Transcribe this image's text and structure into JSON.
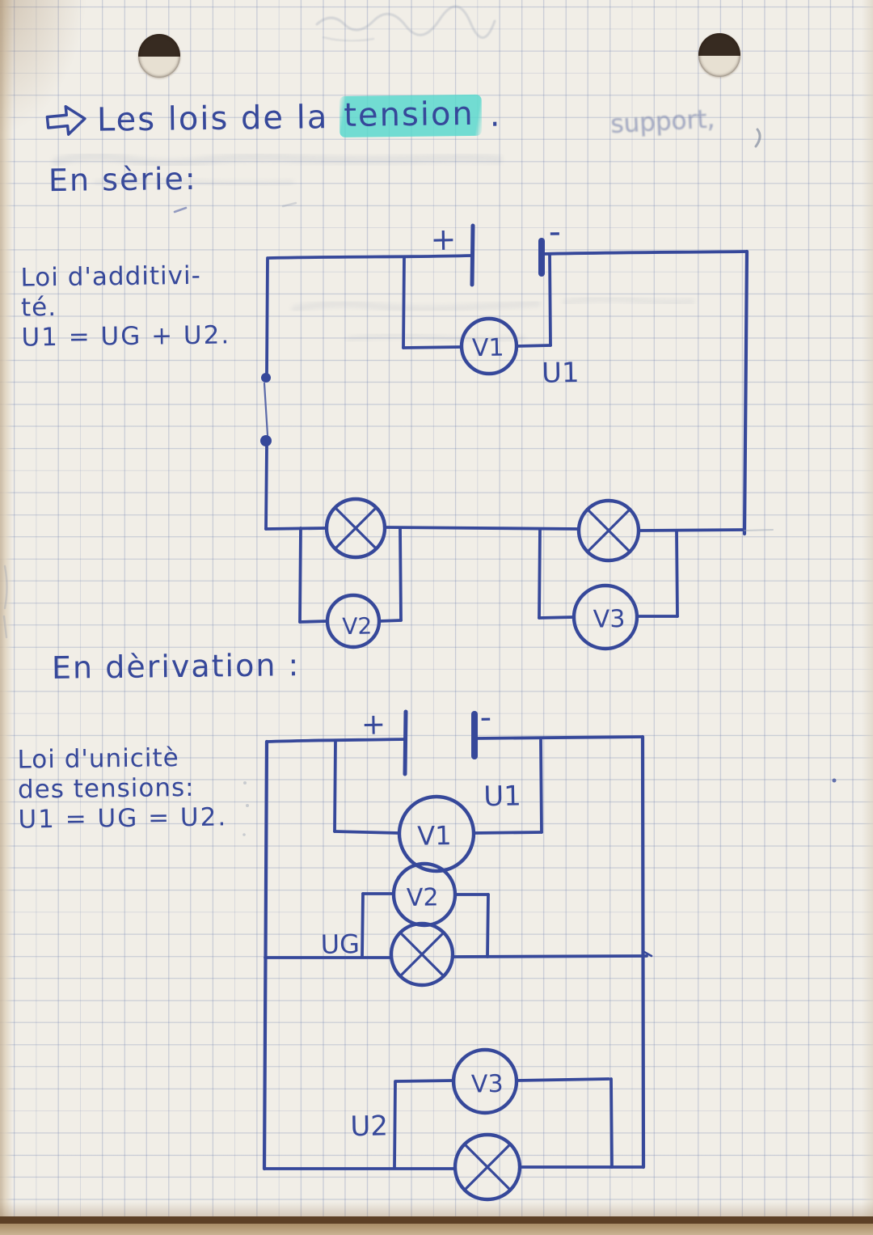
{
  "page_type": "handwritten physics lesson notes on squared paper",
  "ink_color": "#36489a",
  "highlight_color": "#56d8cd",
  "title": {
    "before": "Les lois de la",
    "highlight": "tension",
    "after": "."
  },
  "ghost_annotations": {
    "faded_right": "support,"
  },
  "serie": {
    "heading": "En sèrie:",
    "law": {
      "line1": "Loi d'additivi-",
      "line2": "té.",
      "equation": "U1 = UG + U2."
    },
    "circuit": {
      "battery_plus": "+",
      "battery_minus": "-",
      "voltmeter_v1": "V1",
      "label_u1": "U1",
      "voltmeter_v2": "V2",
      "voltmeter_v3": "V3"
    }
  },
  "derivation": {
    "heading": "En dèrivation :",
    "law": {
      "line1": "Loi d'unicitè",
      "line2": "des tensions:",
      "equation": "U1 = UG = U2."
    },
    "circuit": {
      "battery_plus": "+",
      "battery_minus": "-",
      "voltmeter_v1": "V1",
      "label_u1": "U1",
      "voltmeter_v2": "V2",
      "label_ug": "UG",
      "voltmeter_v3": "V3",
      "label_u2": "U2"
    }
  }
}
